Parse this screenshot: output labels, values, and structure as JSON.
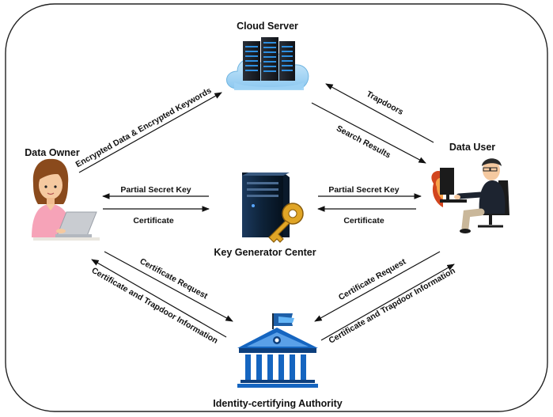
{
  "nodes": {
    "cloud_server": "Cloud Server",
    "data_owner": "Data Owner",
    "data_user": "Data User",
    "kgc": "Key Generator Center",
    "ica": "Identity-certifying Authority"
  },
  "edges": {
    "owner_to_cloud": "Encrypted Data & Encrypted Keywords",
    "user_to_cloud": "Trapdoors",
    "cloud_to_user": "Search Results",
    "kgc_to_owner": "Partial Secret Key",
    "owner_to_kgc": "Certificate",
    "kgc_to_user": "Partial Secret Key",
    "user_to_kgc": "Certificate",
    "owner_to_ica": "Certificate Request",
    "ica_to_owner": "Certificate and Trapdoor Information",
    "user_to_ica": "Certificate Request",
    "ica_to_user": "Certificate and Trapdoor Information"
  },
  "colors": {
    "border": "#222222",
    "arrow": "#111111",
    "server_blue": "#1e88e5",
    "cloud_blue": "#9fd3f5",
    "authority_blue": "#1565c0",
    "key_gold": "#e0a526",
    "skin": "#f5c9a0"
  },
  "icons": {
    "cloud_server": "cloud-server-icon",
    "data_owner": "woman-laptop-icon",
    "data_user": "man-computer-icon",
    "kgc": "server-key-icon",
    "ica": "government-building-icon"
  }
}
